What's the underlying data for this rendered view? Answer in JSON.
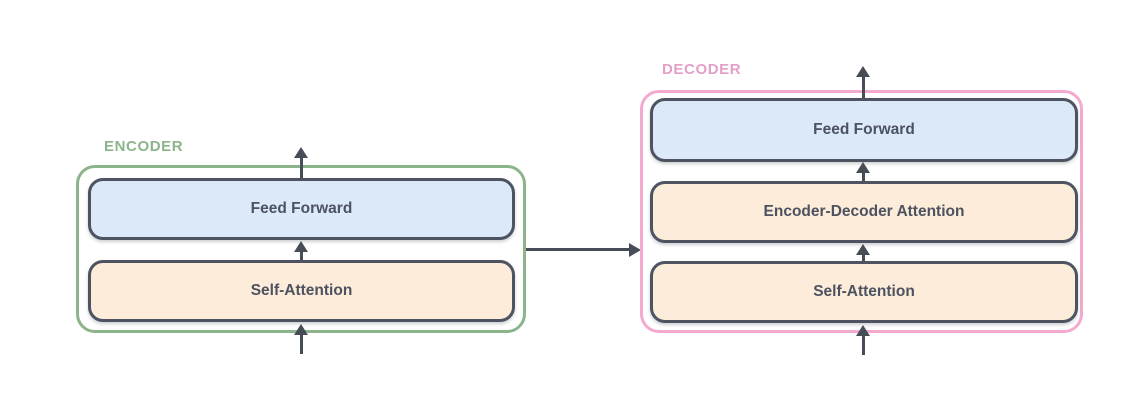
{
  "diagram": {
    "encoder": {
      "label": "ENCODER",
      "layers": [
        {
          "label": "Feed Forward",
          "type": "feed-forward"
        },
        {
          "label": "Self-Attention",
          "type": "attention"
        }
      ]
    },
    "decoder": {
      "label": "DECODER",
      "layers": [
        {
          "label": "Feed Forward",
          "type": "feed-forward"
        },
        {
          "label": "Encoder-Decoder Attention",
          "type": "attention"
        },
        {
          "label": "Self-Attention",
          "type": "attention"
        }
      ]
    },
    "colors": {
      "encoder_accent": "#8cb48a",
      "decoder_accent": "#f4a9ce",
      "decoder_label_text": "#e29fc7",
      "feed_forward_fill": "#dce9f8",
      "attention_fill": "#fcecd9",
      "box_border": "#4d5360",
      "arrow": "#474d57",
      "box_label_text": "#4c5260",
      "background": "#ffffff"
    }
  }
}
